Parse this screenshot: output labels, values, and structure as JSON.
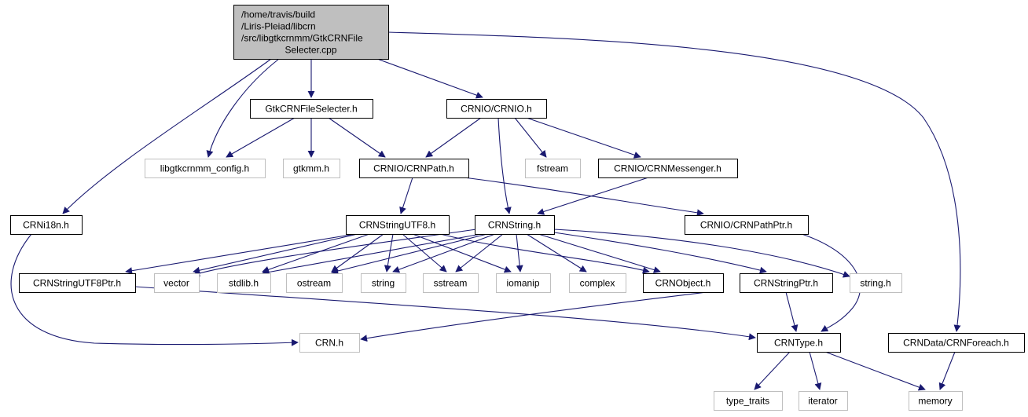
{
  "colors": {
    "edge": "#191970",
    "main_fill": "#bfbfbf",
    "documented_stroke": "#000000",
    "external_stroke": "#bfbfbf",
    "external_text": "#000000"
  },
  "nodes": [
    {
      "id": "main",
      "lines": [
        "/home/travis/build",
        "/Liris-Pleiad/libcrn",
        "/src/libgtkcrnmm/GtkCRNFile",
        "Selecter.cpp"
      ],
      "kind": "main"
    },
    {
      "id": "gtkfileselecter",
      "lines": [
        "GtkCRNFileSelecter.h"
      ],
      "kind": "documented"
    },
    {
      "id": "crnio",
      "lines": [
        "CRNIO/CRNIO.h"
      ],
      "kind": "documented"
    },
    {
      "id": "libgtkconfig",
      "lines": [
        "libgtkcrnmm_config.h"
      ],
      "kind": "external"
    },
    {
      "id": "gtkmm",
      "lines": [
        "gtkmm.h"
      ],
      "kind": "external"
    },
    {
      "id": "crnpath",
      "lines": [
        "CRNIO/CRNPath.h"
      ],
      "kind": "documented"
    },
    {
      "id": "fstream",
      "lines": [
        "fstream"
      ],
      "kind": "external"
    },
    {
      "id": "crnmessenger",
      "lines": [
        "CRNIO/CRNMessenger.h"
      ],
      "kind": "documented"
    },
    {
      "id": "crni18n",
      "lines": [
        "CRNi18n.h"
      ],
      "kind": "documented"
    },
    {
      "id": "crnstringutf8",
      "lines": [
        "CRNStringUTF8.h"
      ],
      "kind": "documented"
    },
    {
      "id": "crnstring",
      "lines": [
        "CRNString.h"
      ],
      "kind": "documented"
    },
    {
      "id": "crnpathptr",
      "lines": [
        "CRNIO/CRNPathPtr.h"
      ],
      "kind": "documented"
    },
    {
      "id": "crnstringutf8ptr",
      "lines": [
        "CRNStringUTF8Ptr.h"
      ],
      "kind": "documented"
    },
    {
      "id": "vector",
      "lines": [
        "vector"
      ],
      "kind": "external"
    },
    {
      "id": "stdlib",
      "lines": [
        "stdlib.h"
      ],
      "kind": "external"
    },
    {
      "id": "ostream",
      "lines": [
        "ostream"
      ],
      "kind": "external"
    },
    {
      "id": "string",
      "lines": [
        "string"
      ],
      "kind": "external"
    },
    {
      "id": "sstream",
      "lines": [
        "sstream"
      ],
      "kind": "external"
    },
    {
      "id": "iomanip",
      "lines": [
        "iomanip"
      ],
      "kind": "external"
    },
    {
      "id": "complex",
      "lines": [
        "complex"
      ],
      "kind": "external"
    },
    {
      "id": "crnobject",
      "lines": [
        "CRNObject.h"
      ],
      "kind": "documented"
    },
    {
      "id": "crnstringptr",
      "lines": [
        "CRNStringPtr.h"
      ],
      "kind": "documented"
    },
    {
      "id": "stringh",
      "lines": [
        "string.h"
      ],
      "kind": "external"
    },
    {
      "id": "crnh",
      "lines": [
        "CRN.h"
      ],
      "kind": "external"
    },
    {
      "id": "crntype",
      "lines": [
        "CRNType.h"
      ],
      "kind": "documented"
    },
    {
      "id": "crnforeach",
      "lines": [
        "CRNData/CRNForeach.h"
      ],
      "kind": "documented"
    },
    {
      "id": "typetraits",
      "lines": [
        "type_traits"
      ],
      "kind": "external"
    },
    {
      "id": "iterator",
      "lines": [
        "iterator"
      ],
      "kind": "external"
    },
    {
      "id": "memory",
      "lines": [
        "memory"
      ],
      "kind": "external"
    }
  ],
  "edges": [
    {
      "from": "main",
      "to": "gtkfileselecter"
    },
    {
      "from": "main",
      "to": "crnio"
    },
    {
      "from": "main",
      "to": "libgtkconfig"
    },
    {
      "from": "main",
      "to": "crni18n"
    },
    {
      "from": "main",
      "to": "crnforeach"
    },
    {
      "from": "gtkfileselecter",
      "to": "libgtkconfig"
    },
    {
      "from": "gtkfileselecter",
      "to": "gtkmm"
    },
    {
      "from": "gtkfileselecter",
      "to": "crnpath"
    },
    {
      "from": "crnio",
      "to": "crnpath"
    },
    {
      "from": "crnio",
      "to": "fstream"
    },
    {
      "from": "crnio",
      "to": "crnmessenger"
    },
    {
      "from": "crnio",
      "to": "crnstring"
    },
    {
      "from": "crnpath",
      "to": "crnstringutf8"
    },
    {
      "from": "crnpath",
      "to": "crnpathptr"
    },
    {
      "from": "crnmessenger",
      "to": "crnstring"
    },
    {
      "from": "crni18n",
      "to": "crnh"
    },
    {
      "from": "crnstringutf8",
      "to": "crnstringutf8ptr"
    },
    {
      "from": "crnstringutf8",
      "to": "vector"
    },
    {
      "from": "crnstringutf8",
      "to": "stdlib"
    },
    {
      "from": "crnstringutf8",
      "to": "ostream"
    },
    {
      "from": "crnstringutf8",
      "to": "string"
    },
    {
      "from": "crnstringutf8",
      "to": "sstream"
    },
    {
      "from": "crnstringutf8",
      "to": "iomanip"
    },
    {
      "from": "crnstringutf8",
      "to": "crnobject"
    },
    {
      "from": "crnstring",
      "to": "vector"
    },
    {
      "from": "crnstring",
      "to": "stdlib"
    },
    {
      "from": "crnstring",
      "to": "ostream"
    },
    {
      "from": "crnstring",
      "to": "string"
    },
    {
      "from": "crnstring",
      "to": "sstream"
    },
    {
      "from": "crnstring",
      "to": "iomanip"
    },
    {
      "from": "crnstring",
      "to": "complex"
    },
    {
      "from": "crnstring",
      "to": "crnobject"
    },
    {
      "from": "crnstring",
      "to": "crnstringptr"
    },
    {
      "from": "crnstring",
      "to": "stringh"
    },
    {
      "from": "crnpathptr",
      "to": "crntype"
    },
    {
      "from": "crnstringutf8ptr",
      "to": "crntype"
    },
    {
      "from": "crnobject",
      "to": "crnh"
    },
    {
      "from": "crnstringptr",
      "to": "crntype"
    },
    {
      "from": "crntype",
      "to": "typetraits"
    },
    {
      "from": "crntype",
      "to": "iterator"
    },
    {
      "from": "crntype",
      "to": "memory"
    },
    {
      "from": "crnforeach",
      "to": "memory"
    }
  ]
}
